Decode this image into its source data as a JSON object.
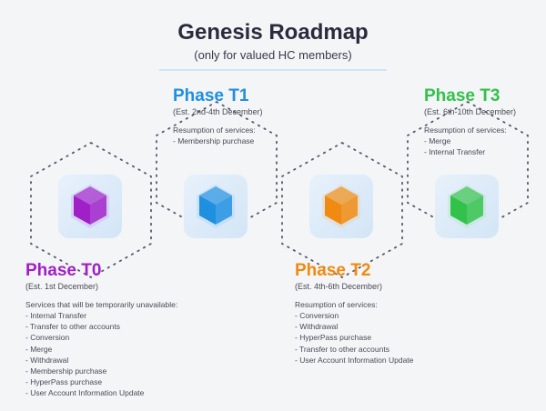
{
  "header": {
    "title": "Genesis Roadmap",
    "subtitle": "(only for valued HC members)"
  },
  "colors": {
    "t0": "#a020c8",
    "t1": "#1f8fe0",
    "t2": "#f08a10",
    "t3": "#32c24a"
  },
  "phases": [
    {
      "name": "Phase T0",
      "date": "(Est. 1st December)",
      "heading": "Services that will be temporarily unavailable:",
      "items": [
        "- Internal Transfer",
        "- Transfer to other accounts",
        "- Conversion",
        "- Merge",
        "- Withdrawal",
        "- Membership purchase",
        "- HyperPass purchase",
        "- User Account Information Update"
      ]
    },
    {
      "name": "Phase T1",
      "date": "(Est. 2nd-4th December)",
      "heading": "Resumption of services:",
      "items": [
        "- Membership purchase"
      ]
    },
    {
      "name": "Phase T2",
      "date": "(Est. 4th-6th December)",
      "heading": "Resumption of services:",
      "items": [
        "- Conversion",
        "- Withdrawal",
        "- HyperPass purchase",
        "- Transfer to other accounts",
        "- User Account Information Update"
      ]
    },
    {
      "name": "Phase T3",
      "date": "(Est. 6th-10th December)",
      "heading": "Resumption of services:",
      "items": [
        "- Merge",
        "- Internal Transfer"
      ]
    }
  ]
}
